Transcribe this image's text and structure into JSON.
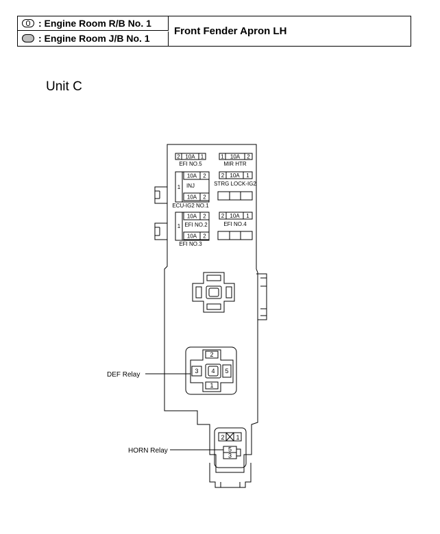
{
  "legend": [
    {
      "label": ": Engine Room R/B No. 1"
    },
    {
      "label": ": Engine Room J/B No. 1"
    }
  ],
  "location": "Front Fender Apron LH",
  "unit_title": "Unit C",
  "fuses": {
    "efi_no5": {
      "left_pin": "2",
      "amp": "10A",
      "right_pin": "1",
      "name": "EFI NO.5"
    },
    "mir_htr": {
      "left_pin": "1",
      "amp": "10A",
      "right_pin": "2",
      "name": "MIR HTR"
    },
    "inj": {
      "amp": "10A",
      "pin": "2",
      "name": "INJ"
    },
    "ecu_ig2_no1": {
      "amp": "10A",
      "pin": "2",
      "name": "ECU-IG2 NO.1"
    },
    "group1_common_pin": "1",
    "strg_lock_ig2": {
      "left_pin": "2",
      "amp": "10A",
      "right_pin": "1",
      "name": "STRG LOCK-IG2"
    },
    "efi_no2": {
      "amp": "10A",
      "pin": "2",
      "name": "EFI NO.2"
    },
    "efi_no3": {
      "amp": "10A",
      "pin": "2",
      "name": "EFI NO.3"
    },
    "group2_common_pin": "1",
    "efi_no4": {
      "left_pin": "2",
      "amp": "10A",
      "right_pin": "1",
      "name": "EFI NO.4"
    }
  },
  "def_relay": {
    "label": "DEF Relay",
    "pins": [
      "2",
      "3",
      "4",
      "5",
      "1"
    ]
  },
  "horn_relay": {
    "label": "HORN Relay",
    "pins": [
      "2",
      "1",
      "5",
      "3"
    ]
  }
}
